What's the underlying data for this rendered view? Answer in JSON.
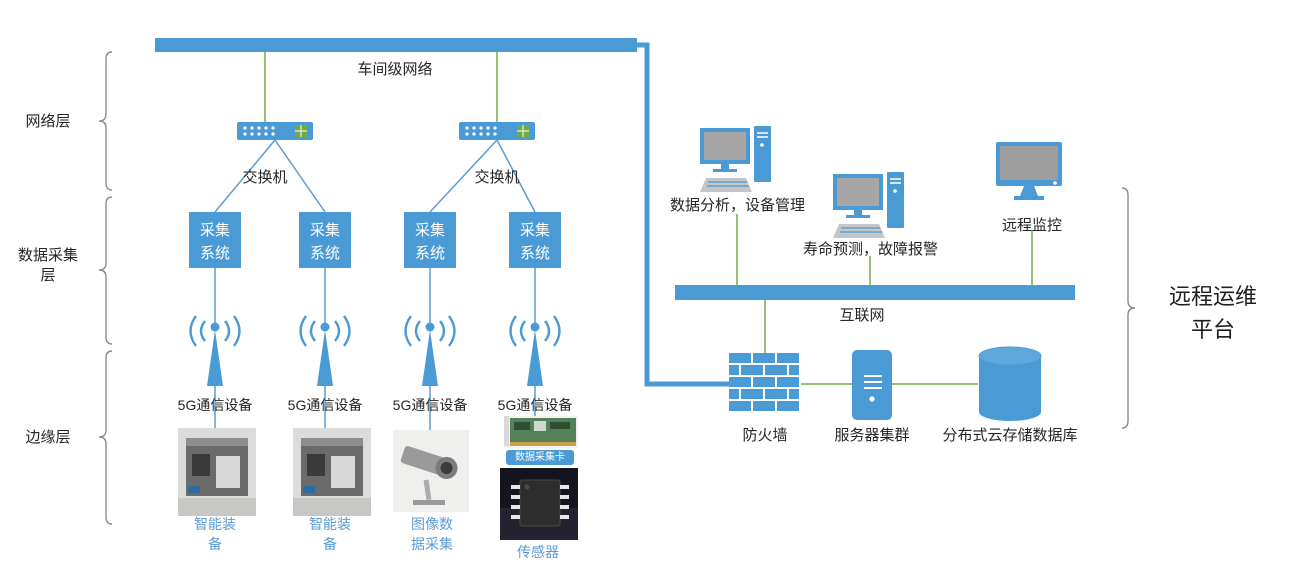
{
  "colors": {
    "primary_blue": "#4a9bd5",
    "caption_blue": "#5b9bd5",
    "line_green": "#70ad47",
    "text_dark": "#262626"
  },
  "top_bar": {
    "label": "车间级网络"
  },
  "left_layers": [
    {
      "label": "网络层"
    },
    {
      "label_line1": "数据采集",
      "label_line2": "层"
    },
    {
      "label": "边缘层"
    }
  ],
  "switches": [
    {
      "label": "交换机"
    },
    {
      "label": "交换机"
    }
  ],
  "daq_boxes": [
    {
      "line1": "采集",
      "line2": "系统"
    },
    {
      "line1": "采集",
      "line2": "系统"
    },
    {
      "line1": "采集",
      "line2": "系统"
    },
    {
      "line1": "采集",
      "line2": "系统"
    }
  ],
  "antennas": [
    {
      "label": "5G通信设备"
    },
    {
      "label": "5G通信设备"
    },
    {
      "label": "5G通信设备"
    },
    {
      "label": "5G通信设备"
    }
  ],
  "edge_devices": [
    {
      "caption_line1": "智能装",
      "caption_line2": "备"
    },
    {
      "caption_line1": "智能装",
      "caption_line2": "备"
    },
    {
      "caption_line1": "图像数",
      "caption_line2": "据采集"
    },
    {
      "card_tag": "数据采集卡",
      "caption": "传感器"
    }
  ],
  "cloud": {
    "computer_labels": [
      "数据分析，设备管理",
      "寿命预测，故障报警",
      "远程监控"
    ],
    "internet_label": "互联网",
    "firewall_label": "防火墙",
    "server_label": "服务器集群",
    "database_label": "分布式云存储数据库",
    "platform_line1": "远程运维",
    "platform_line2": "平台"
  }
}
